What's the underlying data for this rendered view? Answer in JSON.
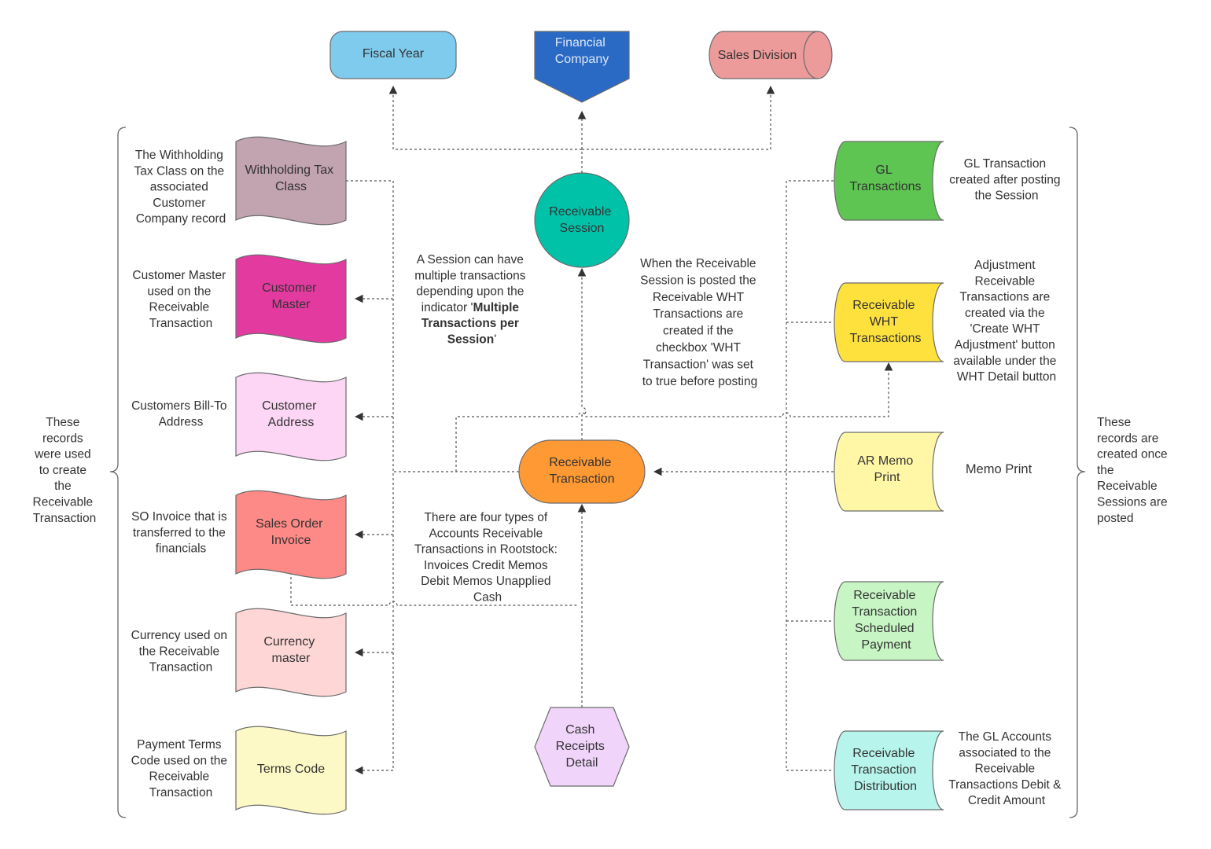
{
  "nodes": {
    "fiscal_year": {
      "label": "Fiscal Year",
      "color": "#7fcbee"
    },
    "financial_company": {
      "label": [
        "Financial",
        "Company"
      ],
      "color": "#2a6ac4"
    },
    "sales_division": {
      "label": "Sales Division",
      "color": "#ec9a9a"
    },
    "receivable_session": {
      "label": [
        "Receivable",
        "Session"
      ],
      "color": "#00c2a8"
    },
    "receivable_transaction": {
      "label": [
        "Receivable",
        "Transaction"
      ],
      "color": "#ff9933"
    },
    "cash_receipts_detail": {
      "label": [
        "Cash",
        "Receipts",
        "Detail"
      ],
      "color": "#f0d4fa"
    },
    "withholding_tax_class": {
      "label": [
        "Withholding Tax",
        "Class"
      ],
      "color": "#c2a3b0"
    },
    "customer_master": {
      "label": [
        "Customer",
        "Master"
      ],
      "color": "#e33aa0"
    },
    "customer_address": {
      "label": [
        "Customer",
        "Address"
      ],
      "color": "#fcd6f4"
    },
    "sales_order_invoice": {
      "label": [
        "Sales Order",
        "Invoice"
      ],
      "color": "#fe8a87"
    },
    "currency_master": {
      "label": [
        "Currency",
        "master"
      ],
      "color": "#fdd6d5"
    },
    "terms_code": {
      "label": "Terms Code",
      "color": "#fdf9c6"
    },
    "gl_transactions": {
      "label": [
        "GL",
        "Transactions"
      ],
      "color": "#5ec552"
    },
    "receivable_wht_transactions": {
      "label": [
        "Receivable",
        "WHT",
        "Transactions"
      ],
      "color": "#ffe13d"
    },
    "ar_memo_print": {
      "label": [
        "AR Memo",
        "Print"
      ],
      "color": "#fff7a6"
    },
    "scheduled_payment": {
      "label": [
        "Receivable",
        "Transaction",
        "Scheduled",
        "Payment"
      ],
      "color": "#c7f5c4"
    },
    "transaction_distribution": {
      "label": [
        "Receivable",
        "Transaction",
        "Distribution"
      ],
      "color": "#b6f4ec"
    }
  },
  "annotations": {
    "withholding_tax_note": [
      "The Withholding",
      "Tax Class on the",
      "associated",
      "Customer",
      "Company record"
    ],
    "customer_master_note": [
      "Customer Master",
      "used on the",
      "Receivable",
      "Transaction"
    ],
    "bill_to_note": [
      "Customers Bill-To",
      "Address"
    ],
    "so_invoice_note": [
      "SO Invoice that is",
      "transferred to the",
      "financials"
    ],
    "currency_note": [
      "Currency used on",
      "the Receivable",
      "Transaction"
    ],
    "terms_note": [
      "Payment Terms",
      "Code used on the",
      "Receivable",
      "Transaction"
    ],
    "session_note_lines": [
      "A Session can have",
      "multiple transactions",
      "depending upon the"
    ],
    "session_note_indicator_prefix": "indicator '",
    "session_note_bold_1": "Multiple",
    "session_note_bold_2": "Transactions per",
    "session_note_bold_3": "Session",
    "session_note_suffix": "'",
    "wht_posting_note": [
      "When the Receivable",
      "Session is posted the",
      "Receivable WHT",
      "Transactions are",
      "created if the",
      "checkbox 'WHT",
      "Transaction' was set",
      "to true before posting"
    ],
    "four_types_note": [
      "There are four types of",
      "Accounts Receivable",
      "Transactions in Rootstock:",
      "Invoices Credit Memos",
      "Debit Memos Unapplied",
      "Cash"
    ],
    "gl_note": [
      "GL Transaction",
      "created after posting",
      "the Session"
    ],
    "adjustment_note": [
      "Adjustment",
      "Receivable",
      "Transactions are",
      "created via the",
      "'Create WHT",
      "Adjustment' button",
      "available under the",
      "WHT Detail button"
    ],
    "memo_print_note": "Memo Print",
    "gl_accounts_note": [
      "The GL Accounts",
      "associated to the",
      "Receivable",
      "Transactions Debit &",
      "Credit Amount"
    ],
    "left_brace_note": [
      "These",
      "records",
      "were used",
      "to create",
      "the",
      "Receivable",
      "Transaction"
    ],
    "right_brace_note": [
      "These",
      "records are",
      "created once",
      "the",
      "Receivable",
      "Sessions are",
      "posted"
    ]
  }
}
